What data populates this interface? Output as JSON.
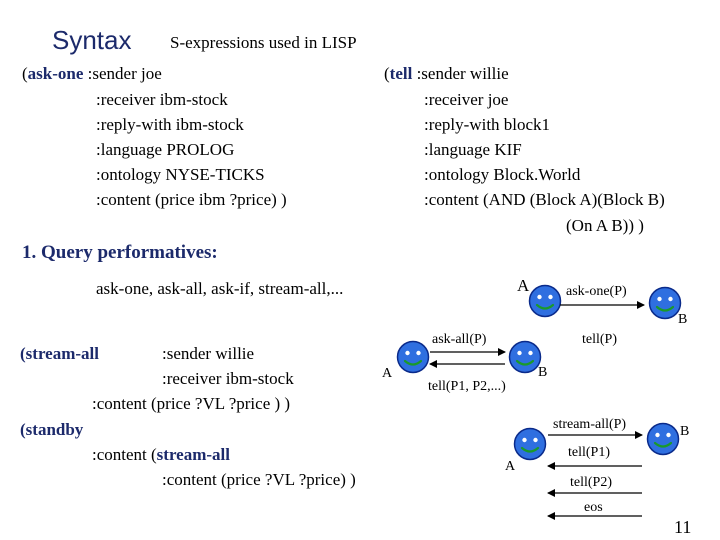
{
  "slide": {
    "title": "Syntax",
    "subtitle": "S-expressions used in LISP",
    "page_number": "11"
  },
  "example1": {
    "keyword": "ask-one",
    "lines": [
      ":sender  joe",
      ":receiver  ibm-stock",
      ":reply-with  ibm-stock",
      ":language  PROLOG",
      ":ontology NYSE-TICKS",
      ":content (price  ibm  ?price) )"
    ]
  },
  "example2": {
    "keyword": "tell",
    "lines": [
      ":sender  willie",
      ":receiver  joe",
      ":reply-with  block1",
      ":language  KIF",
      ":content (AND (Block A)(Block B)",
      "(On  A  B)) )"
    ],
    "ontology_line": ":ontology Block.World"
  },
  "section": {
    "heading": "1. Query performatives:",
    "list": "ask-one, ask-all, ask-if, stream-all,..."
  },
  "example3": {
    "keyword1": "(stream-all",
    "line1": ":sender  willie",
    "line2": ":receiver  ibm-stock",
    "line3": ":content (price ?VL  ?price  ) )",
    "keyword2": "(standby",
    "line4_prefix": ":content (",
    "line4_keyword": "stream-all",
    "line5": ":content   (price  ?VL  ?price) )"
  },
  "diagram": {
    "d1": {
      "agent_a": "A",
      "message": "ask-one(P)",
      "agent_b": "B"
    },
    "d2": {
      "agent_a": "A",
      "message_out": "ask-all(P)",
      "message_in": "tell(P)",
      "agent_b": "B",
      "reply": "tell(P1, P2,...)"
    },
    "d3": {
      "agent_a": "A",
      "messages": [
        "stream-all(P)",
        "tell(P1)",
        "tell(P2)",
        "eos"
      ],
      "agent_b": "B"
    }
  },
  "colors": {
    "face": "#2f6fe0",
    "face_stroke": "#0a2a8a",
    "mouth": "#1a9a2a",
    "keyword": "#1c2a6b"
  }
}
